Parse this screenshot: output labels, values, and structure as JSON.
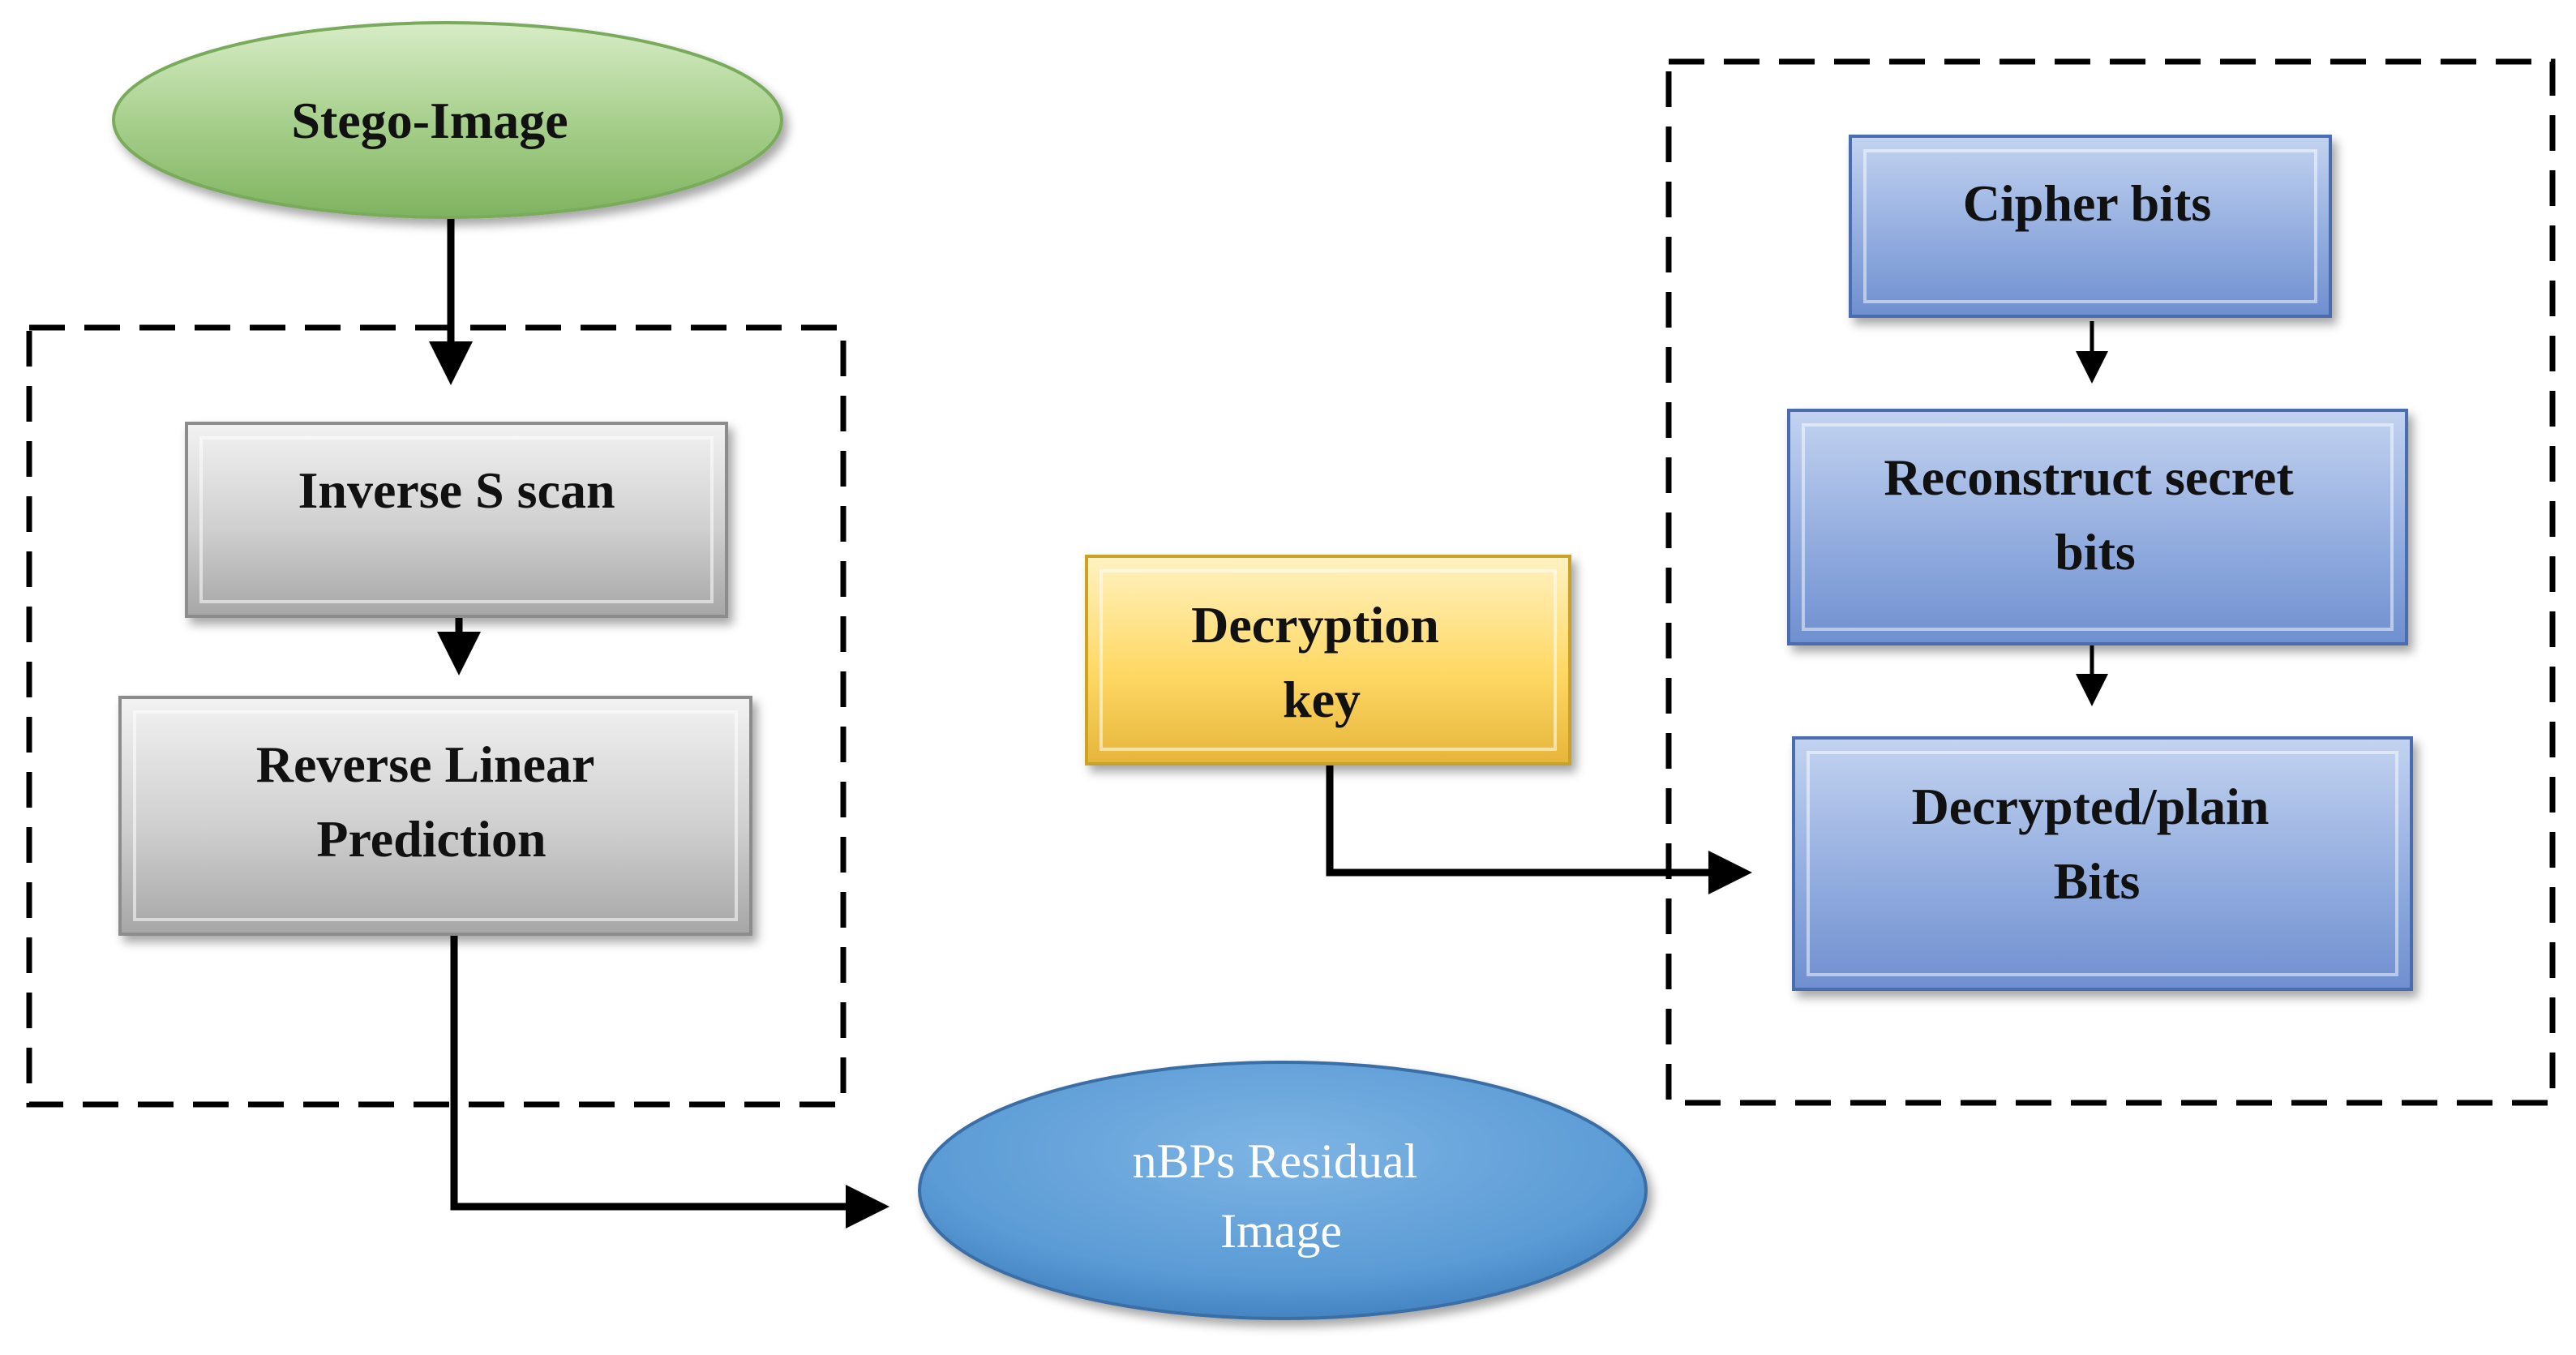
{
  "nodes": {
    "stego_image": {
      "label": "Stego-Image",
      "color": "#a8d08d"
    },
    "inverse_s_scan": {
      "label": "Inverse S scan",
      "color": "#c9c9c9"
    },
    "reverse_linear_prediction": {
      "lines": [
        "Reverse Linear",
        "Prediction"
      ],
      "color": "#c9c9c9"
    },
    "nbps_residual_image": {
      "lines": [
        "nBPs Residual",
        "Image"
      ],
      "color": "#5b9bd5"
    },
    "decryption_key": {
      "lines": [
        "Decryption",
        "key"
      ],
      "color": "#ffd966"
    },
    "cipher_bits": {
      "label": "Cipher bits",
      "color": "#8eaadb"
    },
    "reconstruct_secret_bits": {
      "lines": [
        "Reconstruct secret",
        "bits"
      ],
      "color": "#8eaadb"
    },
    "decrypted_plain_bits": {
      "lines": [
        "Decrypted/plain",
        "Bits"
      ],
      "color": "#8eaadb"
    }
  },
  "edges": [
    {
      "from": "stego_image",
      "to": "inverse_s_scan"
    },
    {
      "from": "inverse_s_scan",
      "to": "reverse_linear_prediction"
    },
    {
      "from": "reverse_linear_prediction",
      "to": "nbps_residual_image"
    },
    {
      "from": "cipher_bits",
      "to": "reconstruct_secret_bits"
    },
    {
      "from": "reconstruct_secret_bits",
      "to": "decrypted_plain_bits"
    },
    {
      "from": "decryption_key",
      "to": "decrypted_plain_bits"
    }
  ],
  "groups": [
    {
      "name": "left-dashed-group",
      "style": "dashed"
    },
    {
      "name": "right-dashed-group",
      "style": "dashed"
    }
  ]
}
